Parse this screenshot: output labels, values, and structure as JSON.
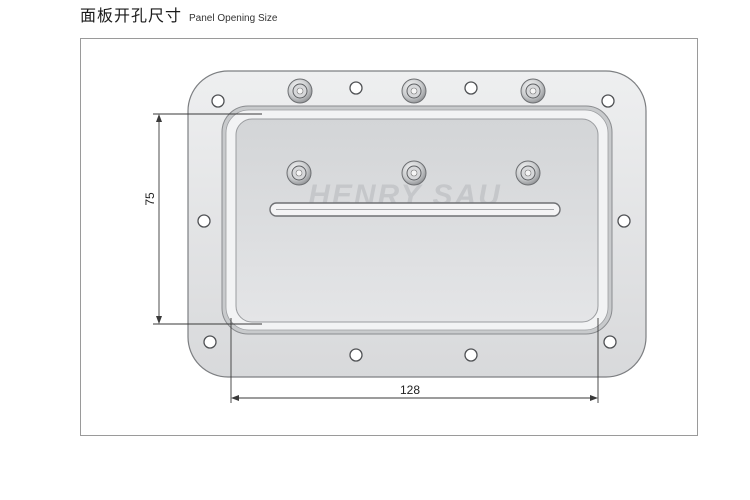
{
  "title": {
    "zh": "面板开孔尺寸",
    "en": "Panel Opening Size"
  },
  "dimensions": {
    "height": "75",
    "width": "128"
  },
  "watermark": "HENRY SAU",
  "colors": {
    "plate": "#e2e3e4",
    "plate_edge": "#7d7f82",
    "dim_line": "#3a3a3a"
  }
}
